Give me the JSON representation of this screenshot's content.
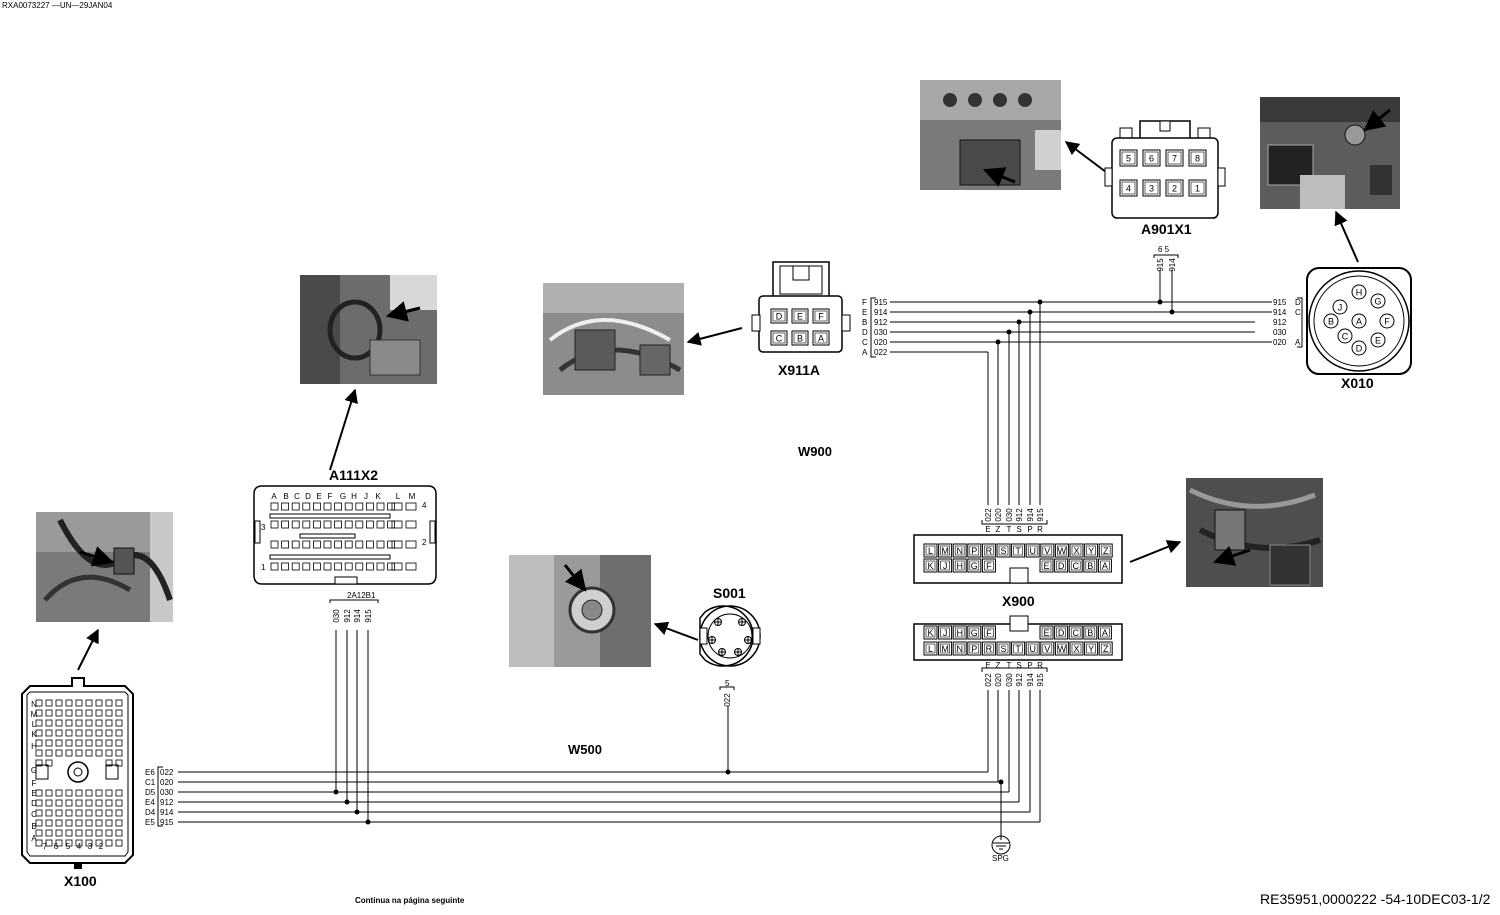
{
  "header": {
    "doc_id": "RXA0073227 —UN—29JAN04"
  },
  "footer": {
    "continued": "Continua na página seguinte",
    "reference": "RE35951,0000222 -54-10DEC03-1/2"
  },
  "harnesses": {
    "w900": "W900",
    "w500": "W500"
  },
  "connectors": {
    "x100": {
      "label": "X100",
      "row_letters": [
        "N",
        "M",
        "L",
        "K",
        "H",
        "G",
        "F",
        "E",
        "D",
        "C",
        "B",
        "A"
      ],
      "col_numbers": [
        "7",
        "6",
        "5",
        "4",
        "3",
        "2"
      ]
    },
    "a111x2": {
      "label": "A111X2",
      "letters": [
        "A",
        "B",
        "C",
        "D",
        "E",
        "F",
        "G",
        "H",
        "J",
        "K",
        "L",
        "M"
      ],
      "pins": {
        "four": "4",
        "three": "3",
        "two": "2",
        "one": "1"
      },
      "pin_header": "2A12B1",
      "wires": [
        "030",
        "912",
        "914",
        "915"
      ]
    },
    "s001": {
      "label": "S001",
      "pin": "5",
      "wire": "022"
    },
    "x911a": {
      "label": "X911A",
      "pins_top": [
        "D",
        "E",
        "F"
      ],
      "pins_bottom": [
        "C",
        "B",
        "A"
      ],
      "rows": [
        {
          "pin": "F",
          "wire": "915"
        },
        {
          "pin": "E",
          "wire": "914"
        },
        {
          "pin": "B",
          "wire": "912"
        },
        {
          "pin": "D",
          "wire": "030"
        },
        {
          "pin": "C",
          "wire": "020"
        },
        {
          "pin": "A",
          "wire": "022"
        }
      ]
    },
    "a901x1": {
      "label": "A901X1",
      "pins_top": [
        "5",
        "6",
        "7",
        "8"
      ],
      "pins_bottom": [
        "4",
        "3",
        "2",
        "1"
      ],
      "pin_header": "6 5",
      "wires": [
        "915",
        "914"
      ]
    },
    "x010": {
      "label": "X010",
      "pins": [
        "H",
        "G",
        "J",
        "B",
        "A",
        "F",
        "C",
        "E",
        "D"
      ],
      "rows": [
        {
          "wire": "915",
          "pin": "D"
        },
        {
          "wire": "914",
          "pin": "C"
        },
        {
          "wire": "912",
          "pin": ""
        },
        {
          "wire": "030",
          "pin": ""
        },
        {
          "wire": "020",
          "pin": "A"
        }
      ]
    },
    "x900": {
      "label": "X900",
      "upper_top": [
        "L",
        "M",
        "N",
        "P",
        "R",
        "S",
        "T",
        "U",
        "V",
        "W",
        "X",
        "Y",
        "Z"
      ],
      "upper_bottom": [
        "K",
        "J",
        "H",
        "G",
        "F",
        "E",
        "D",
        "C",
        "B",
        "A"
      ],
      "lower_top": [
        "K",
        "J",
        "H",
        "G",
        "F",
        "E",
        "D",
        "C",
        "B",
        "A"
      ],
      "lower_bottom": [
        "L",
        "M",
        "N",
        "P",
        "R",
        "S",
        "T",
        "U",
        "V",
        "W",
        "X",
        "Y",
        "Z"
      ],
      "wires": [
        "022",
        "020",
        "030",
        "912",
        "914",
        "915"
      ],
      "pins_upper": [
        "E",
        "Z",
        "T",
        "S",
        "P",
        "R"
      ],
      "pins_lower": [
        "E",
        "Z",
        "T",
        "S",
        "P",
        "R"
      ]
    }
  },
  "w500_rows": [
    {
      "pin": "E6",
      "wire": "022"
    },
    {
      "pin": "C1",
      "wire": "020"
    },
    {
      "pin": "D5",
      "wire": "030"
    },
    {
      "pin": "E4",
      "wire": "912"
    },
    {
      "pin": "D4",
      "wire": "914"
    },
    {
      "pin": "E5",
      "wire": "915"
    }
  ],
  "ground": {
    "label": "SPG"
  }
}
